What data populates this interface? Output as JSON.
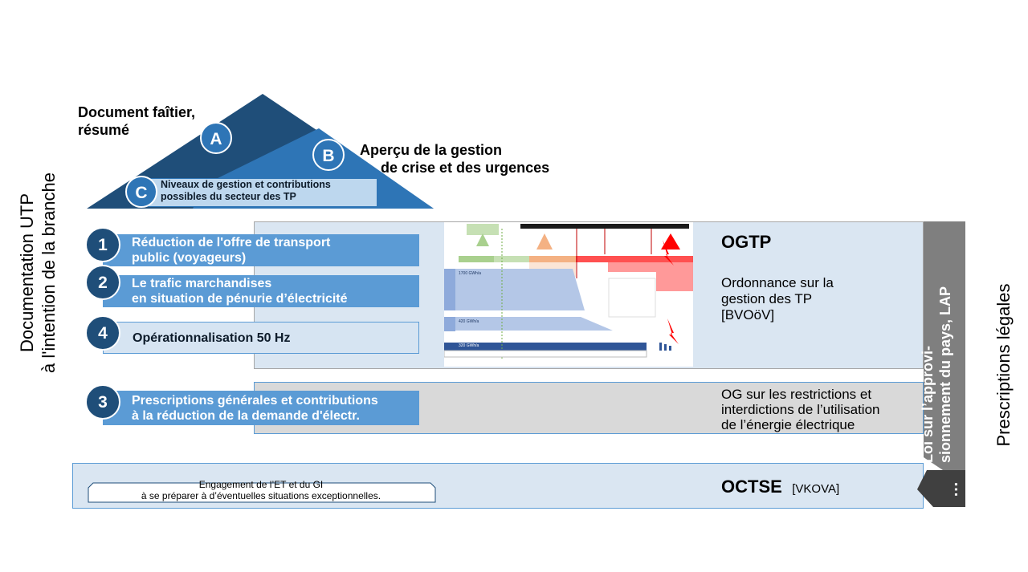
{
  "left_vertical": {
    "line1": "Documentation UTP",
    "line2": "à l'intention de la branche"
  },
  "right_vertical": "Prescriptions légales",
  "pyramid": {
    "a_label_line1": "Document faîtier,",
    "a_label_line2": "résumé",
    "b_label_line1": "Aperçu de la gestion",
    "b_label_line2": "de crise et des urgences",
    "c_label_line1": "Niveaux de gestion et contributions",
    "c_label_line2": "possibles du secteur des TP",
    "badge_a": "A",
    "badge_b": "B",
    "badge_c": "C"
  },
  "measures": [
    {
      "num": "1",
      "line1": "Réduction de l'offre de transport",
      "line2": "public (voyageurs)"
    },
    {
      "num": "2",
      "line1": "Le trafic marchandises",
      "line2": "en situation de pénurie d’électricité"
    },
    {
      "num": "4",
      "line1": "Opérationnalisation 50 Hz",
      "line2": ""
    },
    {
      "num": "3",
      "line1": "Prescriptions générales et contributions",
      "line2": "à la réduction de la demande d'électr."
    }
  ],
  "ogtp": {
    "title": "OGTP",
    "line1": "Ordonnance sur la",
    "line2": "gestion des TP",
    "line3": "[BVOöV]"
  },
  "og": {
    "line1": "OG sur les restrictions et",
    "line2": "interdictions de l’utilisation",
    "line3": "de l’énergie électrique"
  },
  "octse": {
    "title": "OCTSE",
    "sub": "[VKOVA]",
    "note_line1": "Engagement de l’ET et du GI",
    "note_line2": "à se préparer à d’éventuelles situations exceptionnelles."
  },
  "lap": {
    "line1": "Loi sur l’approvi-",
    "line2": "sionnement du pays, LAP",
    "ellipsis": "…"
  },
  "mini_chart": {
    "value_top": "1700 GWh/a",
    "value_mid": "420 GWh/a",
    "value_bot": "320 GWh/a"
  },
  "colors": {
    "dark_blue": "#1f4e79",
    "mid_blue": "#2e75b6",
    "bar_blue": "#5b9bd5",
    "pale_blue": "#dae6f2",
    "grey": "#d9d9d9",
    "lap_grey": "#7f7f7f"
  }
}
